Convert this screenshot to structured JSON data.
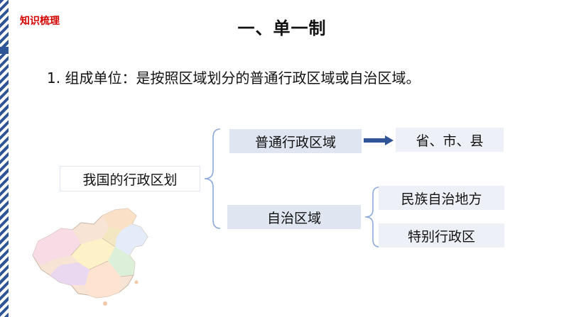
{
  "header": {
    "section_tag": "知识梳理",
    "title": "一、单一制"
  },
  "point": {
    "text": "1. 组成单位：是按照区域划分的普通行政区域或自治区域。"
  },
  "diagram": {
    "root": "我国的行政区划",
    "branch_ordinary": "普通行政区域",
    "ordinary_result": "省、市、县",
    "branch_autonomous": "自治区域",
    "autonomous_children": [
      "民族自治地方",
      "特别行政区"
    ]
  },
  "colors": {
    "accent_red": "#d40000",
    "accent_blue": "#2f5597",
    "box_fill": "#dfe6f1"
  },
  "icons": {
    "arrow": "right-arrow-icon",
    "map": "china-map-icon"
  }
}
